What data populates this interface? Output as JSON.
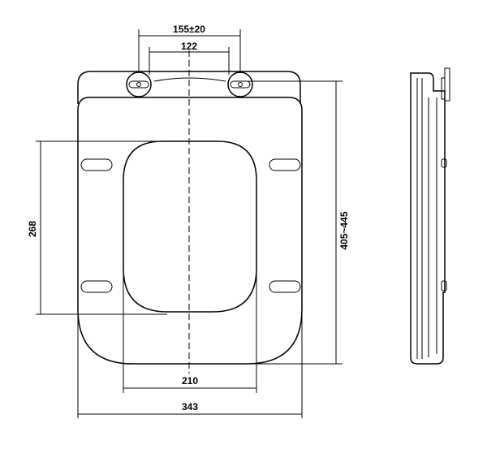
{
  "drawing": {
    "dimensions": {
      "hinge_range": "155±20",
      "hinge_spacing": "122",
      "inner_opening_width": "210",
      "overall_width": "343",
      "inner_length": "268",
      "overall_length": "405~445"
    }
  }
}
